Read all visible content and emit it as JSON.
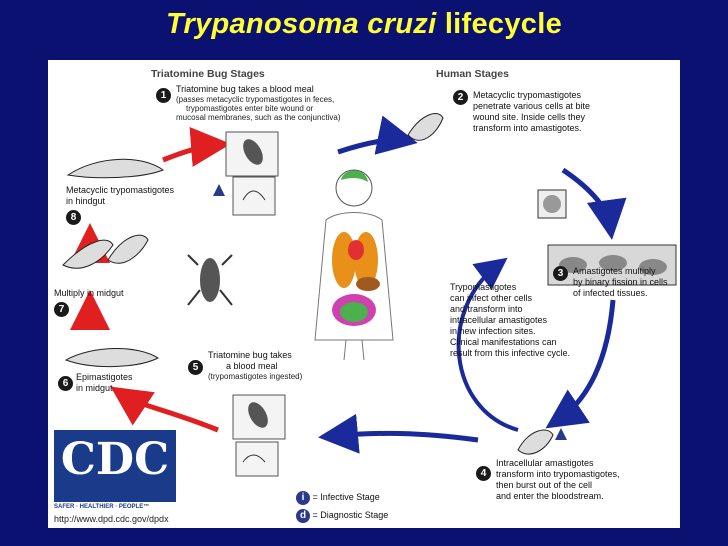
{
  "title": {
    "italic": "Trypanosoma cruzi",
    "regular": " lifecycle"
  },
  "headings": {
    "bug": "Triatomine Bug Stages",
    "human": "Human Stages"
  },
  "steps": [
    {
      "num": "1",
      "lines": [
        "Triatomine bug takes a blood meal"
      ],
      "small": [
        "(passes metacyclic trypomastigotes in feces,",
        "trypomastigotes enter bite wound or",
        "mucosal membranes, such as the conjunctiva)"
      ]
    },
    {
      "num": "2",
      "lines": [
        "Metacyclic trypomastigotes",
        "penetrate various cells at bite",
        "wound site.  Inside cells they",
        "transform into amastigotes."
      ]
    },
    {
      "num": "3",
      "lines": [
        "Amastigotes multiply",
        "by binary fission in cells",
        "of infected tissues."
      ]
    },
    {
      "num": "4",
      "lines": [
        "Intracellular amastigotes",
        "transform into trypomastigotes,",
        "then burst out of the cell",
        "and enter the bloodstream."
      ]
    },
    {
      "num": "5",
      "lines": [
        "Triatomine bug takes",
        "a blood meal"
      ],
      "small": [
        "(trypomastigotes ingested)"
      ]
    },
    {
      "num": "6",
      "lines": [
        "Epimastigotes",
        "in midgut"
      ]
    },
    {
      "num": "7",
      "lines": [
        "Multiply in midgut"
      ]
    },
    {
      "num": "8",
      "lines": [
        "Metacyclic trypomastigotes",
        "in hindgut"
      ]
    }
  ],
  "center_text": [
    "Trypomastigotes",
    "can infect other cells",
    "and transform into",
    "intracellular amastigotes",
    "in new infection sites.",
    "Clinical manifestations can",
    "result from this infective cycle."
  ],
  "legend": {
    "infective": {
      "badge": "i",
      "label": "= Infective Stage"
    },
    "diagnostic": {
      "badge": "d",
      "label": "= Diagnostic Stage"
    }
  },
  "logo": {
    "text": "CDC",
    "tagline": "SAFER · HEALTHIER · PEOPLE™"
  },
  "url": "http://www.dpd.cdc.gov/dpdx",
  "colors": {
    "background": "#0a1170",
    "title": "#ffff33",
    "red_arrow": "#e02020",
    "blue_arrow": "#1a2a9a"
  }
}
